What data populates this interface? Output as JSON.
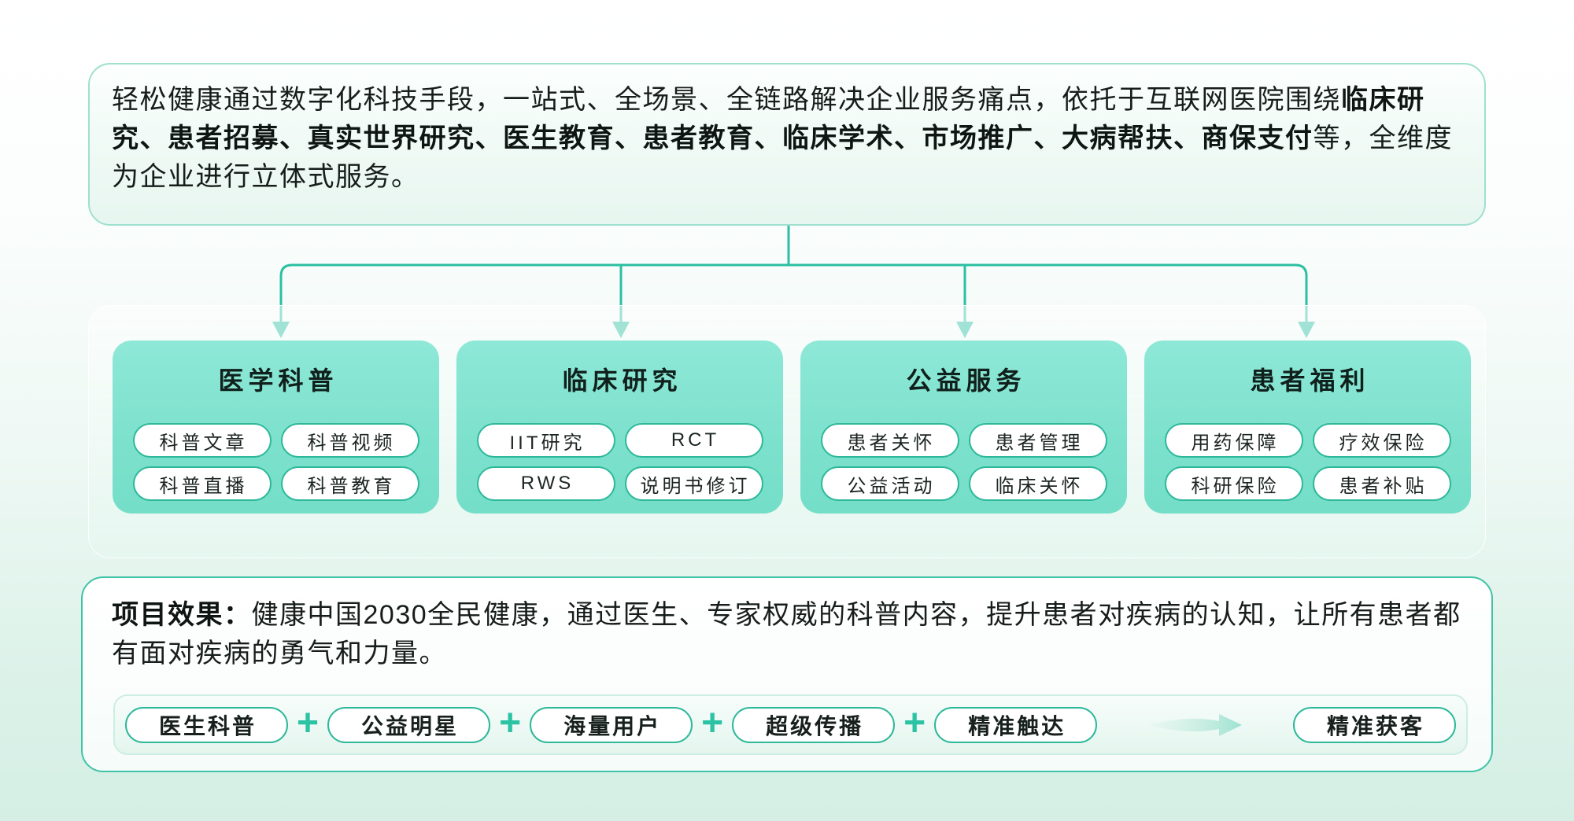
{
  "colors": {
    "accent_teal": "#2cbfa2",
    "branch_box_fill": "#82e4d2",
    "pill_border": "#2db89a",
    "result_card_border": "#3ec3a6",
    "page_bottom_tint": "#d5efe5"
  },
  "intro_card": {
    "text_before_bold": "轻松健康通过数字化科技手段，一站式、全场景、全链路解决企业服务痛点，依托于互联网医院围绕",
    "text_bold": "临床研究、患者招募、真实世界研究、医生教育、患者教育、临床学术、市场推广、大病帮扶、商保支付",
    "text_after_bold": "等，全维度为企业进行立体式服务。"
  },
  "branches": [
    {
      "title": "医学科普",
      "tags": [
        "科普文章",
        "科普视频",
        "科普直播",
        "科普教育"
      ]
    },
    {
      "title": "临床研究",
      "tags": [
        "IIT研究",
        "RCT",
        "RWS",
        "说明书修订"
      ]
    },
    {
      "title": "公益服务",
      "tags": [
        "患者关怀",
        "患者管理",
        "公益活动",
        "临床关怀"
      ]
    },
    {
      "title": "患者福利",
      "tags": [
        "用药保障",
        "疗效保险",
        "科研保险",
        "患者补贴"
      ]
    }
  ],
  "result_card": {
    "label": "项目效果：",
    "description": "健康中国2030全民健康，通过医生、专家权威的科普内容，提升患者对疾病的认知，让所有患者都有面对疾病的勇气和力量。",
    "flow_steps": [
      "医生科普",
      "公益明星",
      "海量用户",
      "超级传播",
      "精准触达"
    ],
    "plus_sign": "+",
    "result_label": "精准获客"
  }
}
